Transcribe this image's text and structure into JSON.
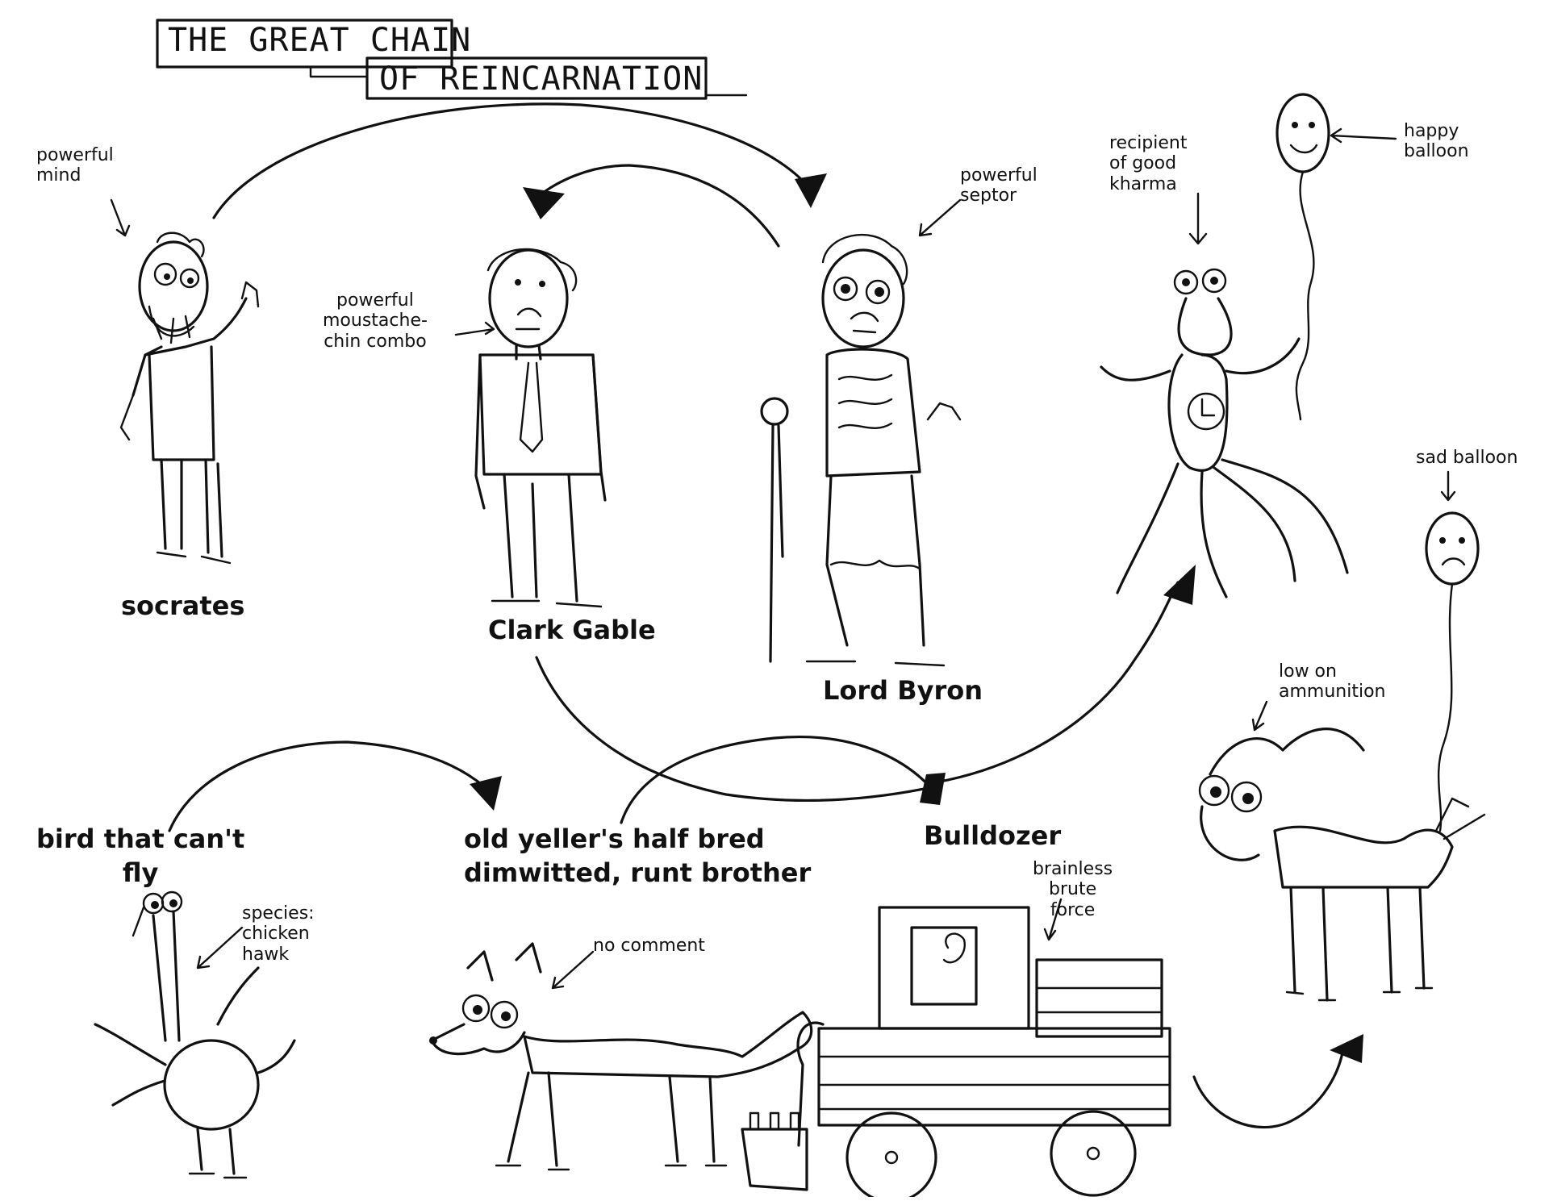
{
  "title": {
    "line1": "THE GREAT CHAIN",
    "line2": "OF REINCARNATION"
  },
  "characters": {
    "socrates": {
      "name": "socrates",
      "note": "powerful\nmind"
    },
    "clark_gable": {
      "name": "Clark Gable",
      "note": "powerful\nmoustache-\nchin combo"
    },
    "lord_byron": {
      "name": "Lord Byron",
      "note": "powerful\nseptor"
    },
    "alien": {
      "note": "recipient\nof good\nkharma"
    },
    "happy_balloon": {
      "note": "happy\nballoon"
    },
    "sad_balloon": {
      "note": "sad balloon"
    },
    "goat": {
      "note": "low on\nammunition"
    },
    "bird": {
      "name": "bird that can't\nfly",
      "note": "species:\nchicken\nhawk"
    },
    "dog": {
      "name": "old yeller's half bred\ndimwitted, runt brother",
      "note": "no comment"
    },
    "bulldozer": {
      "name": "Bulldozer",
      "note": "brainless\nbrute\nforce"
    }
  }
}
